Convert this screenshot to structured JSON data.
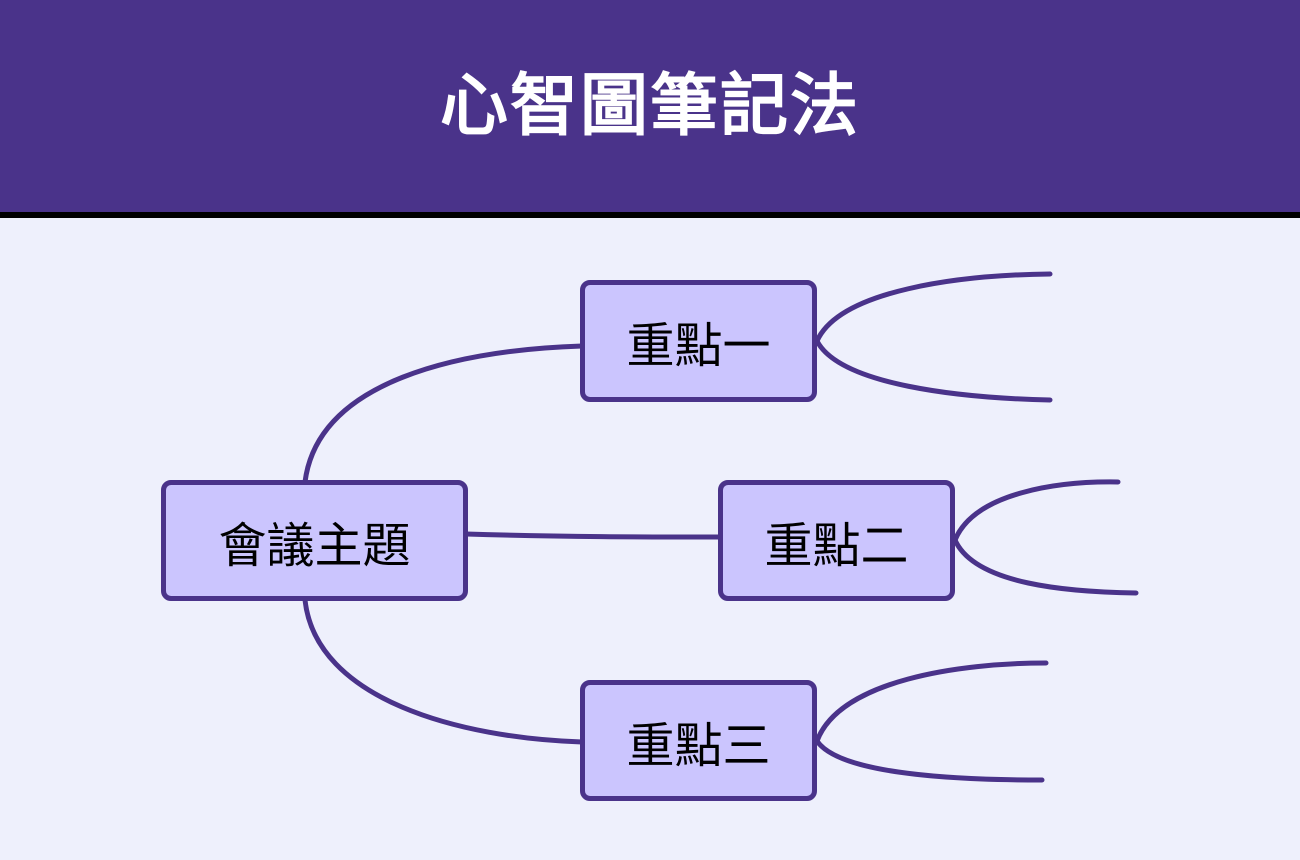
{
  "title": "心智圖筆記法",
  "center_topic": "會議主題",
  "branches": [
    {
      "label": "重點一"
    },
    {
      "label": "重點二"
    },
    {
      "label": "重點三"
    }
  ],
  "colors": {
    "header_bg": "#4a338a",
    "node_fill": "#cbc5fe",
    "line": "#4a338a",
    "background": "#eef0fc"
  }
}
